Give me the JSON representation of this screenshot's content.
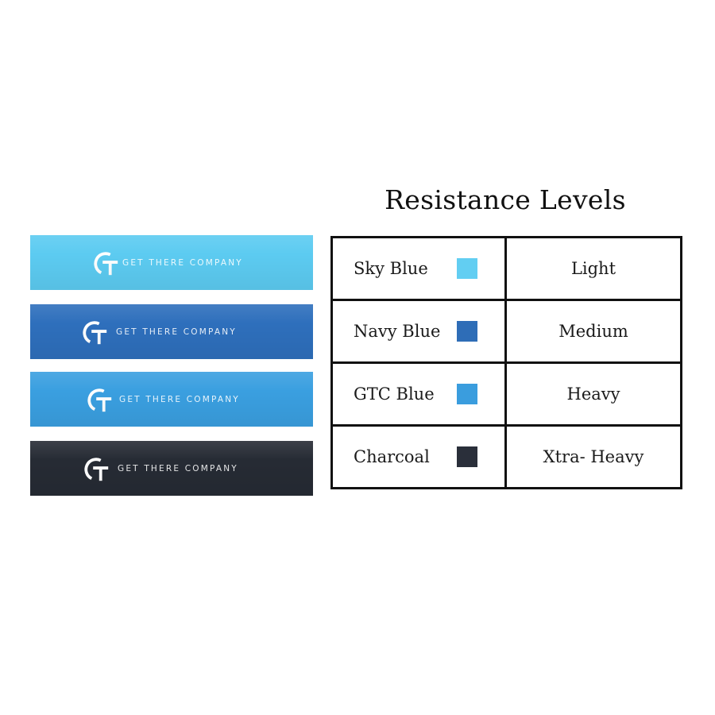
{
  "bands": [
    {
      "brand": "GET THERE COMPANY",
      "color": "#5CCBF1",
      "logo": "gt-logo-icon"
    },
    {
      "brand": "GET THERE COMPANY",
      "color": "#2E6FBC",
      "logo": "gt-logo-icon"
    },
    {
      "brand": "GET THERE COMPANY",
      "color": "#3A9FE0",
      "logo": "gt-logo-icon"
    },
    {
      "brand": "GET THERE COMPANY",
      "color": "#262B34",
      "logo": "gt-logo-icon"
    }
  ],
  "title": "Resistance Levels",
  "table": {
    "rows": [
      {
        "color_name": "Sky Blue",
        "swatch": "#62CEF2",
        "level": "Light"
      },
      {
        "color_name": "Navy Blue",
        "swatch": "#2E6DB7",
        "level": "Medium"
      },
      {
        "color_name": "GTC Blue",
        "swatch": "#3A9DDE",
        "level": "Heavy"
      },
      {
        "color_name": "Charcoal",
        "swatch": "#2A2F3A",
        "level": "Xtra- Heavy"
      }
    ]
  }
}
